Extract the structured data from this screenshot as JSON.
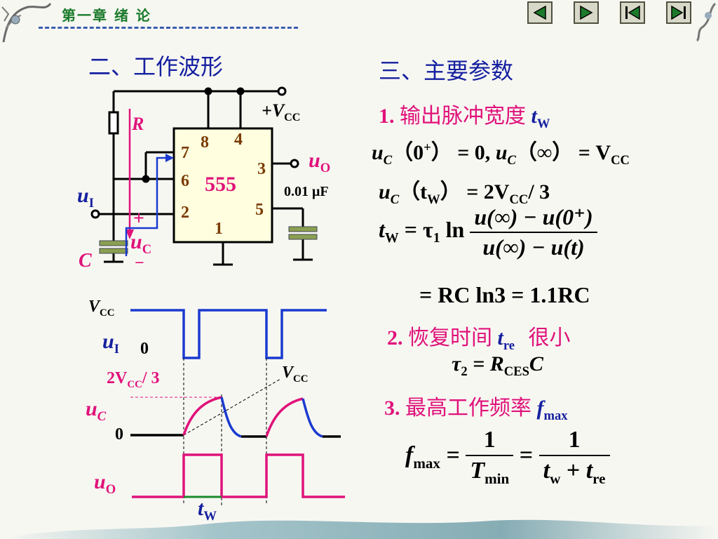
{
  "header": {
    "title": "第一章 绪 论",
    "nav": [
      "prev-icon",
      "next-icon",
      "first-icon",
      "last-icon"
    ]
  },
  "left": {
    "heading": "二、工作波形",
    "circuit": {
      "vcc_label": "+V",
      "vcc_sub": "CC",
      "r_label": "R",
      "c_label": "C",
      "chip": "555",
      "pins": [
        "8",
        "4",
        "7",
        "6",
        "2",
        "3",
        "5",
        "1"
      ],
      "uo_label": "u",
      "uo_sub": "O",
      "ui_label": "u",
      "ui_sub": "I",
      "uc_label": "u",
      "uc_sub": "C",
      "plus": "+",
      "minus": "−",
      "cap_value": "0.01 μF"
    },
    "waveforms": {
      "vcc_label": "V",
      "vcc_sub": "CC",
      "ui_label": "u",
      "ui_sub": "I",
      "zero_ui": "0",
      "two_vcc_label": "2V",
      "two_vcc_sub": "CC",
      "two_vcc_tail": "/ 3",
      "vcc2_label": "V",
      "vcc2_sub": "CC",
      "uc_label": "u",
      "uc_sub": "C",
      "zero_uc": "0",
      "uo_label": "u",
      "uo_sub": "O",
      "tw_label": "t",
      "tw_sub": "W"
    }
  },
  "right": {
    "heading": "三、主要参数",
    "p1_num": "1.",
    "p1_text": "输出脉冲宽度",
    "p1_sym": "t",
    "p1_sub": "W",
    "eq1a_u": "u",
    "eq1a_c": "C",
    "eq1a_arg": "（0",
    "eq1a_sup": "+",
    "eq1a_close": "）",
    "eq1a_rhs": "= 0,",
    "eq1b_u": "u",
    "eq1b_c": "C",
    "eq1b_arg": "（∞）",
    "eq1b_rhs": "= V",
    "eq1b_sub": "CC",
    "eq2_u": "u",
    "eq2_c": "C",
    "eq2_arg": "（t",
    "eq2_sub": "W",
    "eq2_close": "）",
    "eq2_rhs": "= 2V",
    "eq2_rsub": "CC",
    "eq2_tail": "/ 3",
    "eq3_lhs": "t",
    "eq3_lsub": "W",
    "eq3_mid": "= τ",
    "eq3_msub": "1",
    "eq3_ln": "ln",
    "eq3_num": "u(∞) − u(0⁺)",
    "eq3_den": "u(∞) − u(t)",
    "eq4": "= RC ln3 = 1.1RC",
    "p2_num": "2.",
    "p2_text": "恢复时间",
    "p2_sym": "t",
    "p2_sub": "re",
    "p2_tail": "很小",
    "eq5_tau": "τ",
    "eq5_sub": "2",
    "eq5_rhs": "= R",
    "eq5_rsub": "CES",
    "eq5_c": "C",
    "p3_num": "3.",
    "p3_text": "最高工作频率",
    "p3_sym": "f",
    "p3_sub": "max",
    "eq6_f": "f",
    "eq6_fsub": "max",
    "eq6_eq": "=",
    "eq6_one": "1",
    "eq6_T": "T",
    "eq6_Tsub": "min",
    "eq6_eq2": "=",
    "eq6_one2": "1",
    "eq6_tw": "t",
    "eq6_twsub": "w",
    "eq6_plus": "+",
    "eq6_tre": "t",
    "eq6_tresub": "re"
  }
}
